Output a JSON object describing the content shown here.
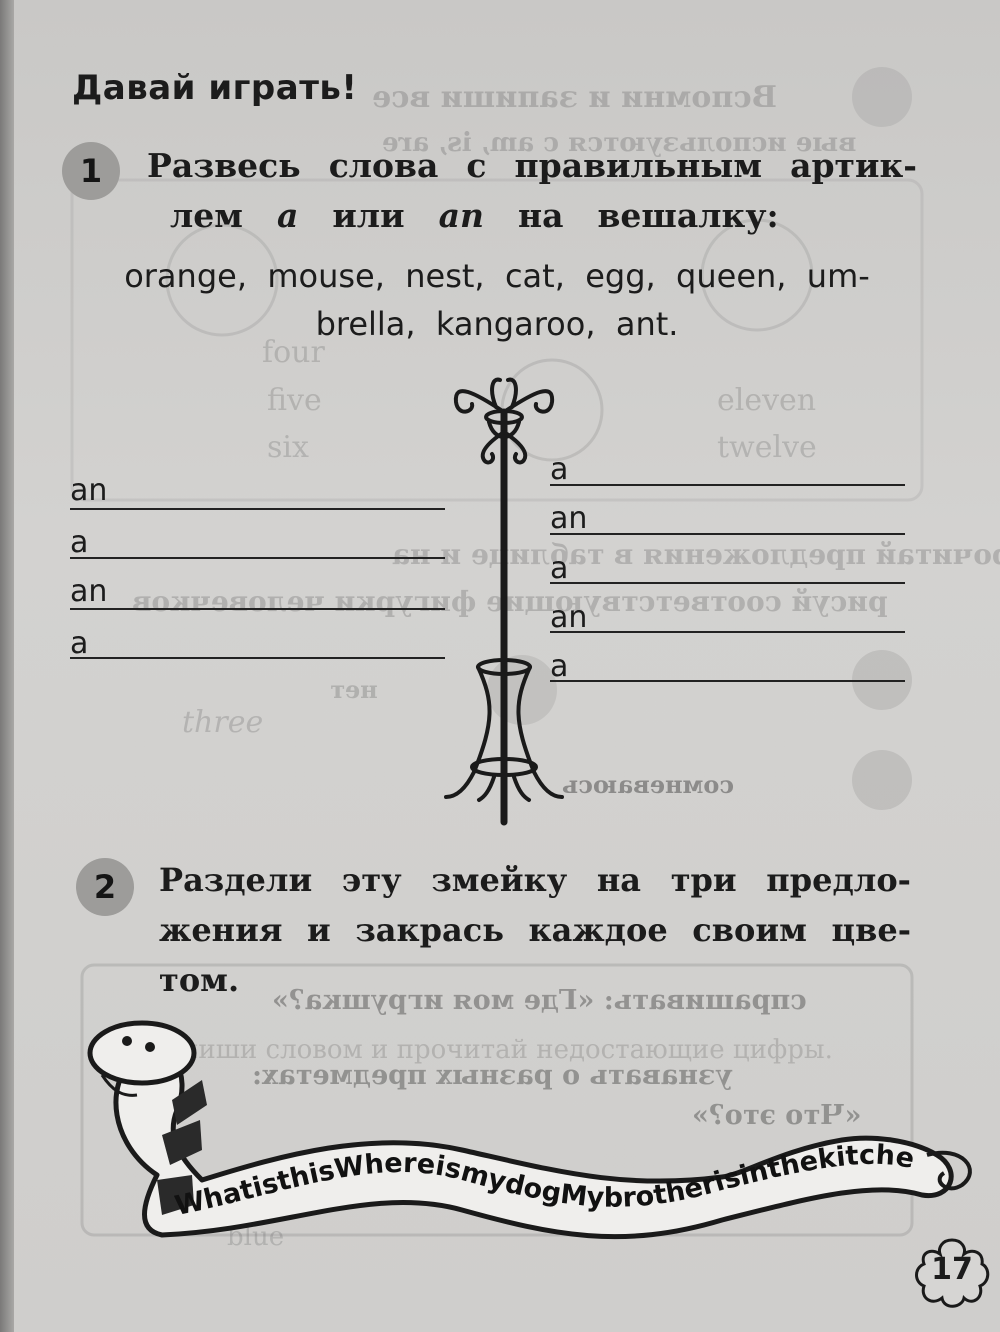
{
  "heading": "Давай играть!",
  "task1": {
    "number": "1",
    "line1_a": "Развесь",
    "line1_b": "слова",
    "line1_c": "с",
    "line1_d": "правильным",
    "line1_e": "артик-",
    "line2_a": "лем",
    "line2_b": "a",
    "line2_c": "или",
    "line2_d": "an",
    "line2_e": "на",
    "line2_f": "вешалку:",
    "words_line1": "orange,  mouse,  nest,  cat,  egg,  queen,  um-",
    "words_line2": "brella,  kangaroo,  ant.",
    "left_slots": [
      "an",
      "a",
      "an",
      "a"
    ],
    "right_slots": [
      "a",
      "an",
      "a",
      "an",
      "a"
    ]
  },
  "task2": {
    "number": "2",
    "line1": [
      "Раздели",
      "эту",
      "змейку",
      "на",
      "три",
      "предло-"
    ],
    "line2": [
      "жения",
      "и",
      "закрась",
      "каждое",
      "своим",
      "цве-"
    ],
    "line3": "том.",
    "snake_text": "WhatisthisWhereismydogMybrotherisinthekitchen"
  },
  "page_number": "17",
  "ghost_text": {
    "g1": "Вспомни и запиши все",
    "g2": "вые используются с am, is, are",
    "g3": "four",
    "g4": "five",
    "g5": "six",
    "g6": "eleven",
    "g7": "twelve",
    "g8": "Прочитай предложения в таблице и на",
    "g9": "рисуй соответствующие фигурки человечков",
    "g10": "нет",
    "g11": "three",
    "g12": "сомневаюсь",
    "g13": "спрашивать: «Где моя игрушка?»",
    "g14": "узнавать о разных предметах:",
    "g15": "«Что это?»",
    "g16": "Впиши словом и прочитай недостающие цифры.",
    "g17": "blue"
  }
}
